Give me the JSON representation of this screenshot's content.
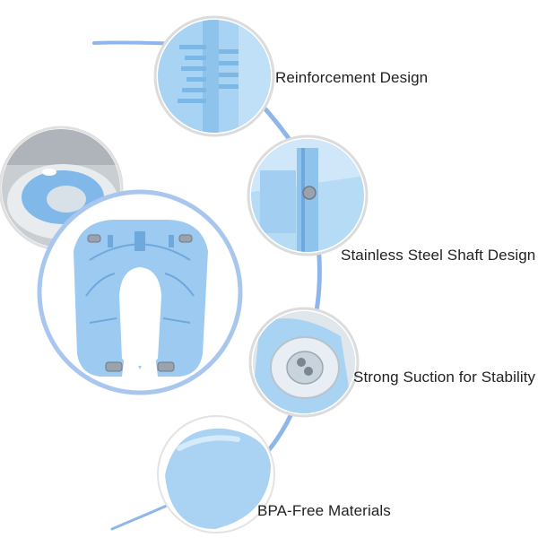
{
  "features": [
    {
      "label": "Reinforcement Design"
    },
    {
      "label": "Stainless Steel Shaft Design"
    },
    {
      "label": "Strong Suction for Stability"
    },
    {
      "label": "BPA-Free Materials"
    }
  ],
  "colors": {
    "accent_blue": "#8fb6ea",
    "product_blue": "#9ccaf0",
    "product_blue_dark": "#6fa8dc",
    "text": "#222222"
  }
}
